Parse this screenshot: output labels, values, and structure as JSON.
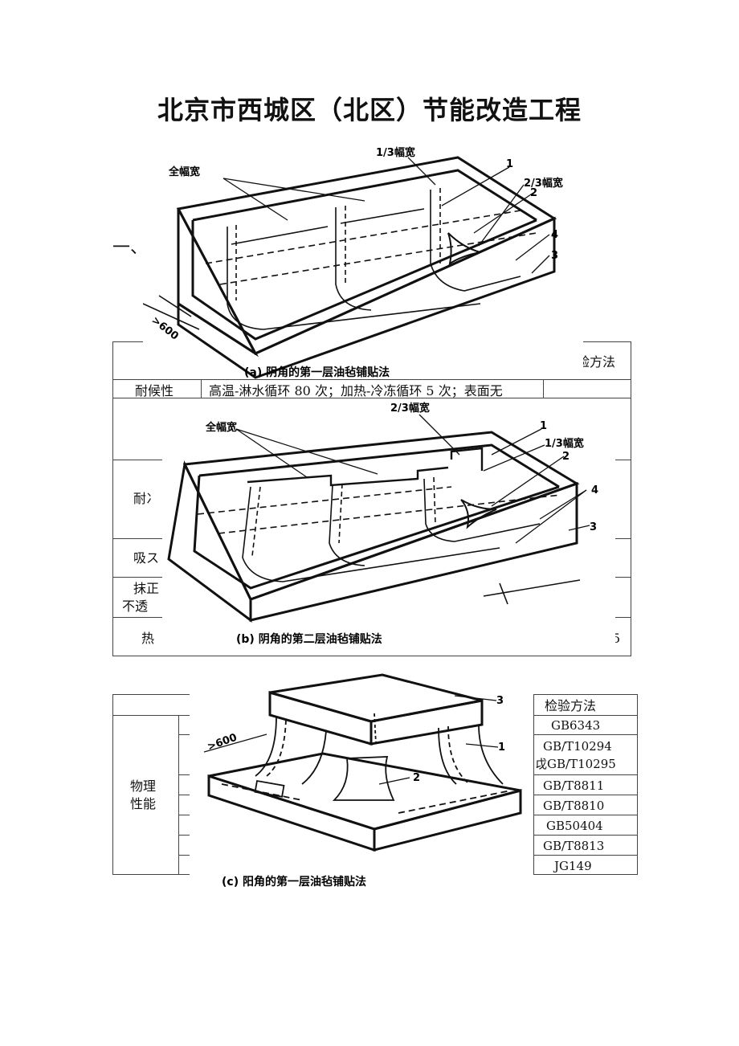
{
  "page": {
    "title": "北京市西城区（北区）节能改造工程",
    "section_mark": "一、"
  },
  "table1": {
    "header_tail": "验方法",
    "row1_label": "耐候性",
    "row1_text": "高温-淋水循环 80 次；加热-冷冻循环 5 次；表面无",
    "row2_label": "耐冫",
    "row3_label": "吸ス",
    "row4_label_a": "抹正",
    "row4_label_b": "不透",
    "row5_label": "热",
    "row5_tail": "5"
  },
  "table2": {
    "header": "检验方法",
    "group_label": "物理\n性能",
    "methods": [
      "GB6343",
      "GB/T10294",
      "戉GB/T10295",
      "GB/T8811",
      "GB/T8810",
      "GB50404",
      "GB/T8813",
      "JG149"
    ]
  },
  "figures": {
    "a": {
      "caption": "(a) 阴角的第一层油毡铺贴法",
      "labels": {
        "full": "全幅宽",
        "third": "1/3幅宽",
        "two_third": "2/3幅宽",
        "n1": "1",
        "n2": "2",
        "n3": "3",
        "n4": "4",
        "dim": ">600"
      }
    },
    "b": {
      "caption": "(b) 阴角的第二层油毡铺贴法",
      "labels": {
        "full": "全幅宽",
        "two_third": "2/3幅宽",
        "third": "1/3幅宽",
        "n1": "1",
        "n2": "2",
        "n3": "3",
        "n4": "4"
      }
    },
    "c": {
      "caption": "(c) 阳角的第一层油毡铺贴法",
      "labels": {
        "n1": "1",
        "n2": "2",
        "n3": "3",
        "dim": ">600"
      }
    }
  }
}
